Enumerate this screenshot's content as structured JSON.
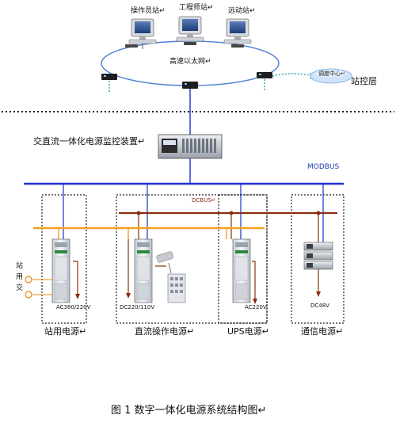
{
  "network": {
    "stations": [
      "操作员站↵",
      "工程师站↵",
      "远动站↵"
    ],
    "ethernet_label": "高速以太网↵",
    "dispatch_label": "调度中心↵",
    "dispatch_layer": "站控层"
  },
  "monitor": {
    "label": "交直流一体化电源监控装置↵"
  },
  "buses": {
    "modbus": "MODBUS",
    "dcbus": "DCBUS↵"
  },
  "side_label_chars": [
    "站",
    "用",
    "交"
  ],
  "subsystems": [
    {
      "name": "站用电源↵",
      "voltage": "AC380/220V"
    },
    {
      "name": "直流操作电源↵",
      "voltage": "DC220/110V"
    },
    {
      "name": "UPS电源↵",
      "voltage": "AC220V"
    },
    {
      "name": "通信电源↵",
      "voltage": "DC48V"
    }
  ],
  "caption": "图 1  数字一体化电源系统结构图↵",
  "colors": {
    "bus_blue": "#1f2fd0",
    "dcbus_brown": "#8a2e0c",
    "orange_line": "#f2a020",
    "teal_link": "#4aa8b8"
  }
}
